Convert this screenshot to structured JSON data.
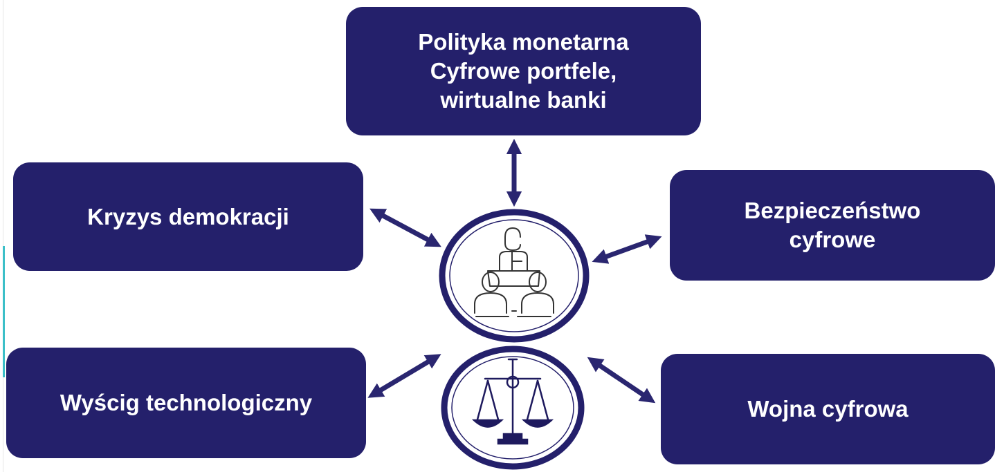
{
  "boxes": {
    "top": {
      "lines": [
        "Polityka monetarna",
        "Cyfrowe portfele,",
        "wirtualne banki"
      ]
    },
    "left_upper": {
      "lines": [
        "Kryzys demokracji"
      ]
    },
    "right_upper": {
      "lines": [
        "Bezpieczeństwo",
        "cyfrowe"
      ]
    },
    "left_lower": {
      "lines": [
        "Wyścig technologiczny"
      ]
    },
    "right_lower": {
      "lines": [
        "Wojna cyfrowa"
      ]
    }
  },
  "center_icons": [
    "meeting-people-icon",
    "scales-of-justice-icon"
  ],
  "colors": {
    "box_fill": "#24206b",
    "box_text": "#ffffff",
    "arrow": "#2a2670",
    "circle_stroke": "#24206b",
    "accent_rule": "#3bbfc8"
  }
}
